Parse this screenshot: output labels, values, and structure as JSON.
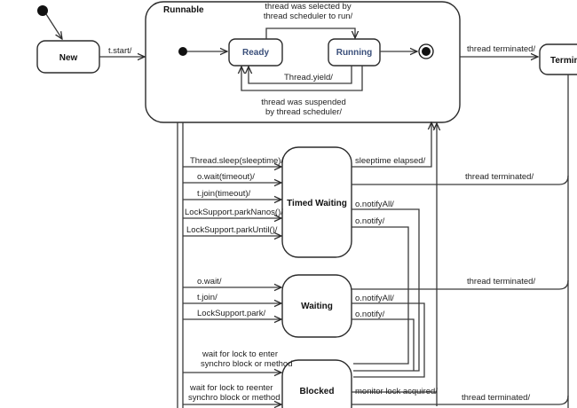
{
  "states": {
    "new": "New",
    "runnable": "Runnable",
    "ready": "Ready",
    "running": "Running",
    "terminated": "Termin",
    "timed_waiting": "Timed Waiting",
    "waiting": "Waiting",
    "blocked": "Blocked"
  },
  "transitions": {
    "t_start": "t.start/",
    "selected_1": "thread was selected by",
    "selected_2": "thread scheduler to run/",
    "yield": "Thread.yield/",
    "suspended_1": "thread was suspended",
    "suspended_2": "by thread scheduler/",
    "terminated_top": "thread terminated/",
    "sleep": "Thread.sleep(sleeptime)/",
    "wait_timeout": "o.wait(timeout)/",
    "join_timeout": "t.join(timeout)/",
    "park_nanos": "LockSupport.parkNanos()/",
    "park_until": "LockSupport.parkUntil()/",
    "sleeptime_elapsed": "sleeptime elapsed/",
    "terminated_tw": "thread terminated/",
    "notify_all_1": "o.notifyAll/",
    "notify_1": "o.notify/",
    "o_wait": "o.wait/",
    "t_join": "t.join/",
    "park": "LockSupport.park/",
    "notify_all_2": "o.notifyAll/",
    "notify_2": "o.notify/",
    "terminated_w": "thread terminated/",
    "lock_enter_1": "wait for lock to enter",
    "lock_enter_2": "synchro block or method",
    "lock_reenter_1": "wait for lock to reenter",
    "lock_reenter_2": "synchro block or method",
    "monitor_acquired": "monitor lock acquired/",
    "terminated_b": "thread terminated/"
  }
}
